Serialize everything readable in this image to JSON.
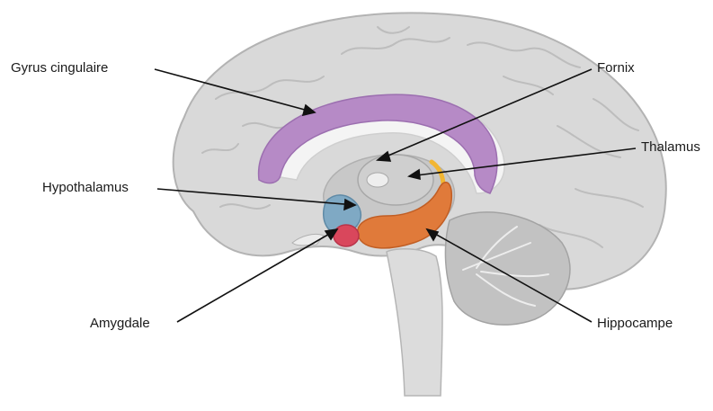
{
  "diagram": {
    "labels": {
      "gyrus_cingulaire": "Gyrus cingulaire",
      "fornix": "Fornix",
      "thalamus": "Thalamus",
      "hypothalamus": "Hypothalamus",
      "amygdale": "Amygdale",
      "hippocampe": "Hippocampe"
    },
    "colors": {
      "cortex": "#d9d9d9",
      "cortex_outline": "#b3b3b3",
      "inner_gray": "#c8c8c8",
      "white_matter": "#f4f4f4",
      "cingulate": "#b68ac6",
      "thalamus": "#cfcfcf",
      "hypothalamus": "#7fa9c4",
      "amygdala": "#d9475c",
      "hippocampus": "#e07a3a",
      "fornix_band": "#f2b632",
      "brainstem": "#dcdcdc",
      "cerebellum": "#c2c2c2",
      "leader_line": "#111111"
    }
  }
}
